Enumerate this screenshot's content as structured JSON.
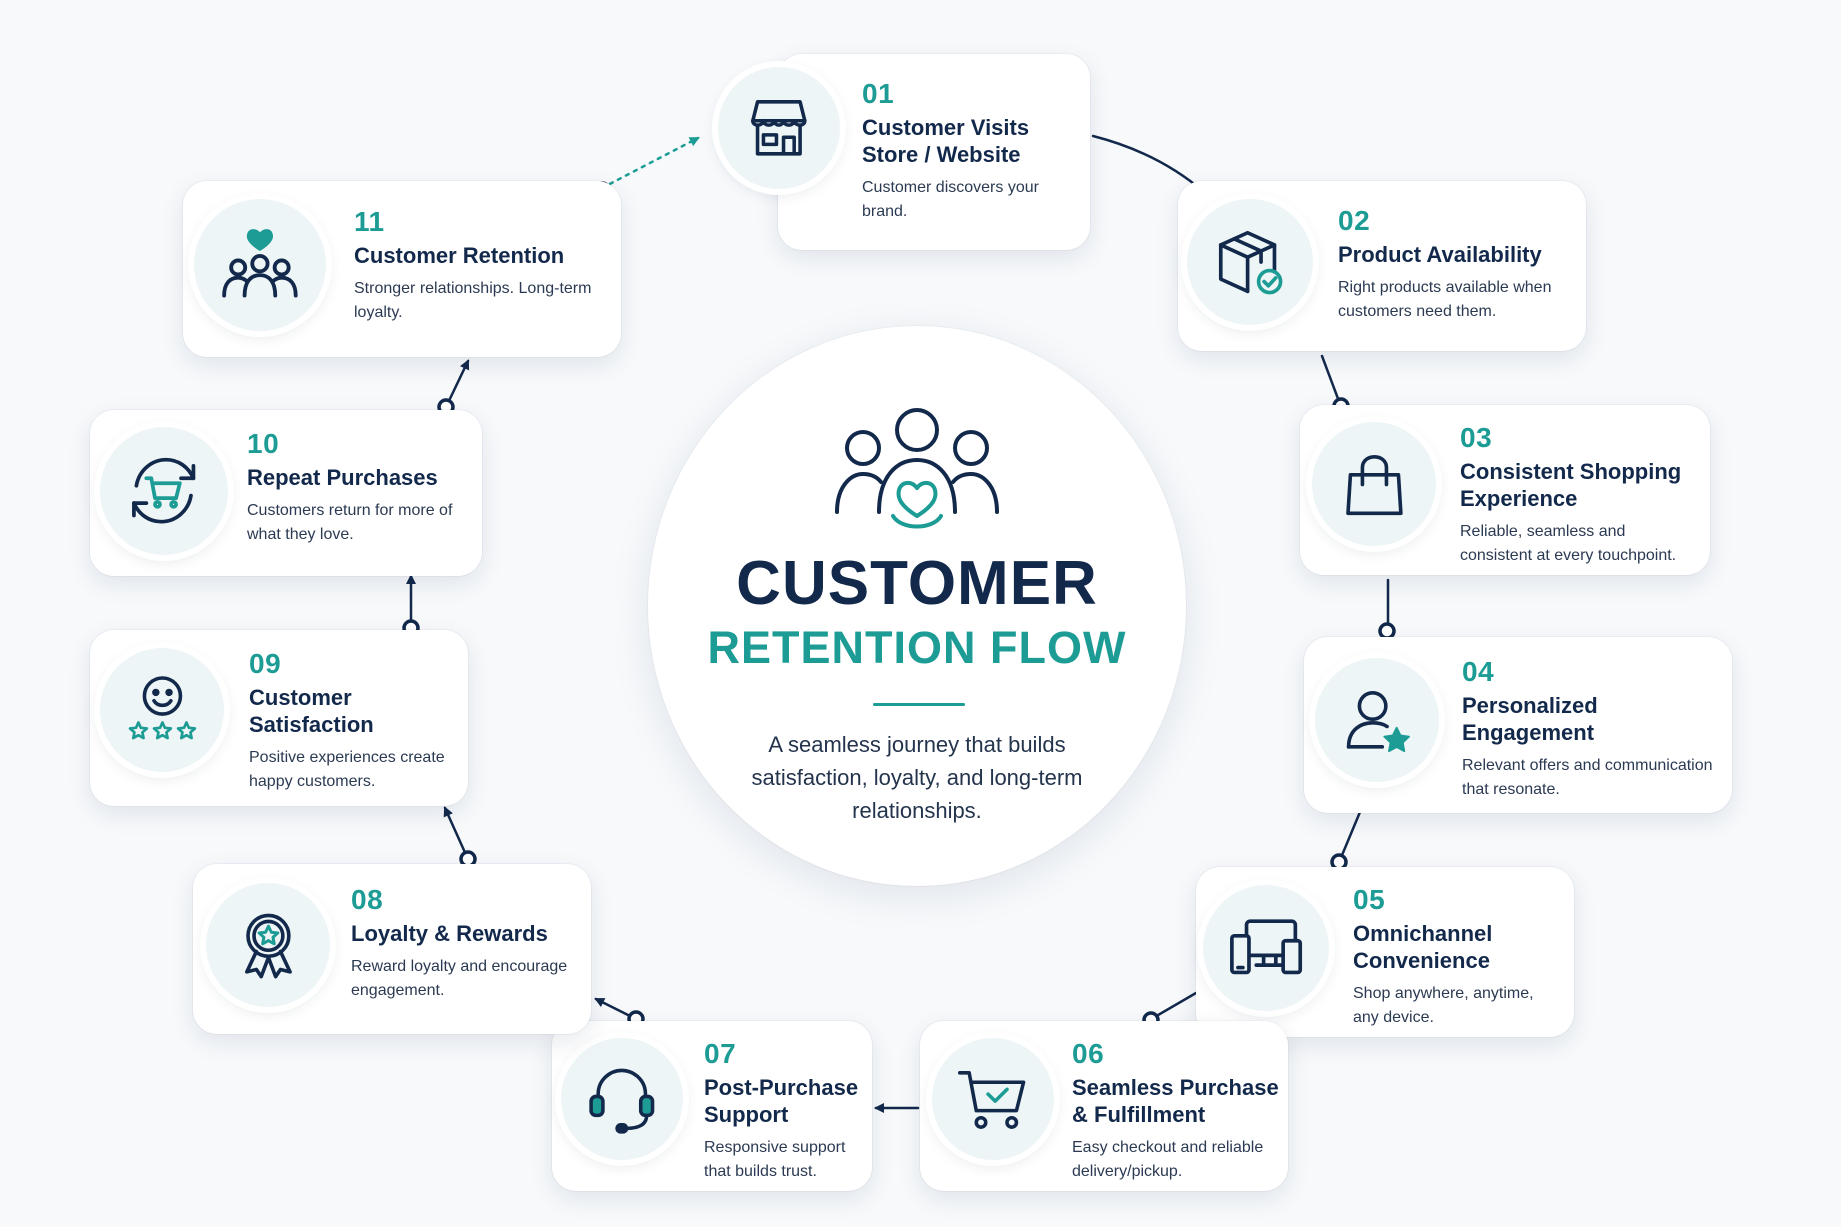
{
  "center": {
    "title_line1": "CUSTOMER",
    "title_line2": "RETENTION FLOW",
    "description": "A seamless journey that builds satisfaction, loyalty, and long-term relationships.",
    "icon": "people-heart-icon"
  },
  "steps": [
    {
      "number": "01",
      "title": "Customer Visits Store / Website",
      "description": "Customer discovers your brand.",
      "icon": "storefront-icon"
    },
    {
      "number": "02",
      "title": "Product Availability",
      "description": "Right products available when customers need them.",
      "icon": "box-check-icon"
    },
    {
      "number": "03",
      "title": "Consistent Shopping Experience",
      "description": "Reliable, seamless and consistent at every touchpoint.",
      "icon": "shopping-bag-icon"
    },
    {
      "number": "04",
      "title": "Personalized Engagement",
      "description": "Relevant offers and communication that resonate.",
      "icon": "user-star-icon"
    },
    {
      "number": "05",
      "title": "Omnichannel Convenience",
      "description": "Shop anywhere, anytime, any device.",
      "icon": "devices-icon"
    },
    {
      "number": "06",
      "title": "Seamless Purchase & Fulfillment",
      "description": "Easy checkout and reliable delivery/pickup.",
      "icon": "cart-check-icon"
    },
    {
      "number": "07",
      "title": "Post-Purchase Support",
      "description": "Responsive support that builds trust.",
      "icon": "headset-icon"
    },
    {
      "number": "08",
      "title": "Loyalty & Rewards",
      "description": "Reward loyalty and encourage engagement.",
      "icon": "award-ribbon-icon"
    },
    {
      "number": "09",
      "title": "Customer Satisfaction",
      "description": "Positive experiences create happy customers.",
      "icon": "smiley-stars-icon"
    },
    {
      "number": "10",
      "title": "Repeat Purchases",
      "description": "Customers return for more of what they love.",
      "icon": "cart-cycle-icon"
    },
    {
      "number": "11",
      "title": "Customer Retention",
      "description": "Stronger relationships. Long-term loyalty.",
      "icon": "group-heart-icon"
    }
  ],
  "colors": {
    "navy": "#13294b",
    "teal": "#1c9c94",
    "background": "#f7f9fb"
  }
}
